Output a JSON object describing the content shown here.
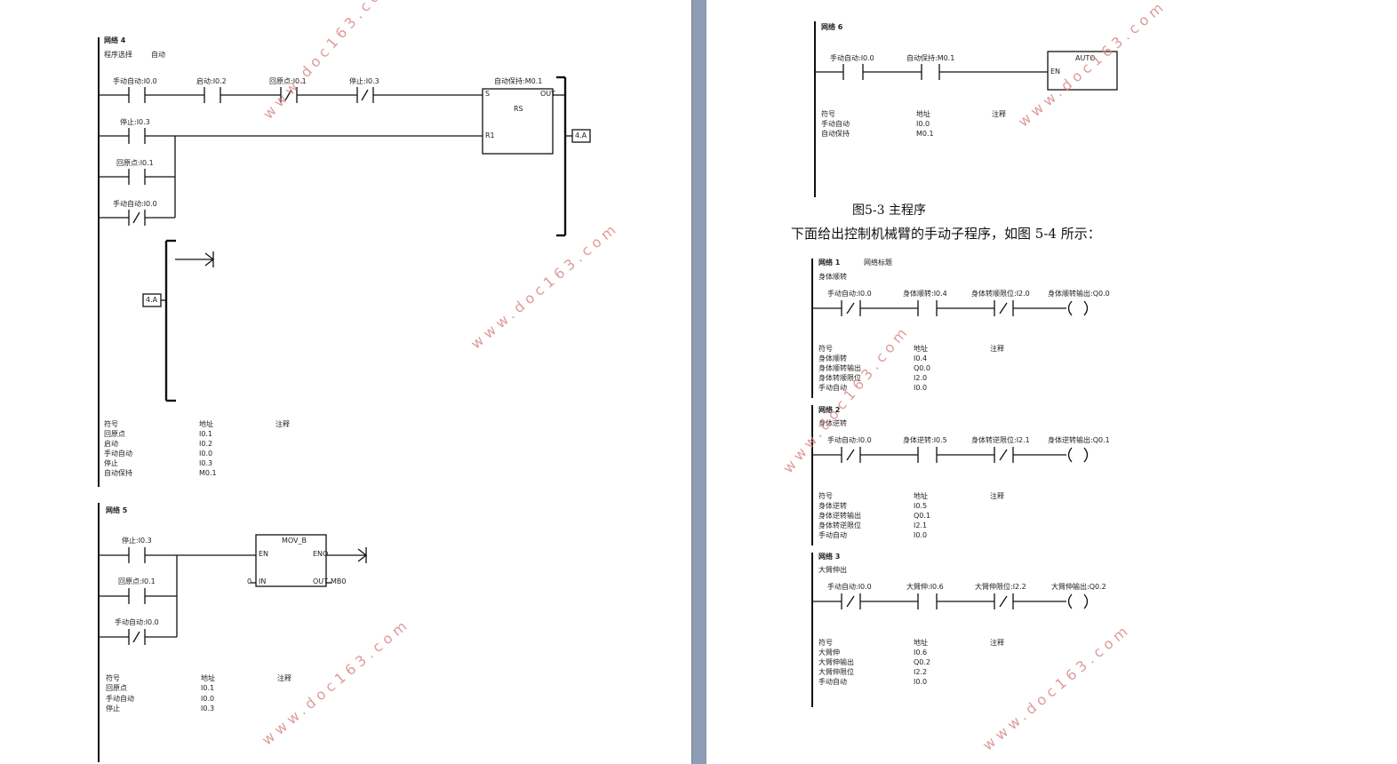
{
  "watermark": "www.doc163.com",
  "left_page": {
    "network4": {
      "title": "网络 4",
      "comment_label": "程序选择",
      "comment_value": "自动",
      "contacts": {
        "manual_auto": "手动自动:I0.0",
        "start": "启动:I0.2",
        "origin": "回原点:I0.1",
        "stop": "停止:I0.3",
        "auto_hold": "自动保持:M0.1",
        "stop_b": "停止:I0.3",
        "origin_b": "回原点:I0.1",
        "manual_auto_b": "手动自动:I0.0"
      },
      "rs_block": {
        "name": "RS",
        "s": "S",
        "r1": "R1",
        "out": "OUT"
      },
      "connector": "4.A",
      "symbols_header": [
        "符号",
        "地址",
        "注释"
      ],
      "symbols": [
        {
          "sym": "回原点",
          "addr": "I0.1"
        },
        {
          "sym": "启动",
          "addr": "I0.2"
        },
        {
          "sym": "手动自动",
          "addr": "I0.0"
        },
        {
          "sym": "停止",
          "addr": "I0.3"
        },
        {
          "sym": "自动保持",
          "addr": "M0.1"
        }
      ]
    },
    "network5": {
      "title": "网络 5",
      "contacts": {
        "stop": "停止:I0.3",
        "origin": "回原点:I0.1",
        "manual_auto": "手动自动:I0.0"
      },
      "mov_block": {
        "name": "MOV_B",
        "en": "EN",
        "eno": "ENO",
        "in": "IN",
        "out": "OUT",
        "in_val": "0",
        "out_val": "MB0"
      },
      "symbols_header": [
        "符号",
        "地址",
        "注释"
      ],
      "symbols": [
        {
          "sym": "回原点",
          "addr": "I0.1"
        },
        {
          "sym": "手动自动",
          "addr": "I0.0"
        },
        {
          "sym": "停止",
          "addr": "I0.3"
        }
      ]
    }
  },
  "right_page": {
    "network6": {
      "title": "网络 6",
      "contacts": {
        "manual_auto": "手动自动:I0.0",
        "auto_hold": "自动保持:M0.1"
      },
      "auto_block": {
        "name": "AUTO",
        "en": "EN"
      },
      "symbols_header": [
        "符号",
        "地址",
        "注释"
      ],
      "symbols": [
        {
          "sym": "手动自动",
          "addr": "I0.0"
        },
        {
          "sym": "自动保持",
          "addr": "M0.1"
        }
      ]
    },
    "figure_caption": "图5-3 主程序",
    "paragraph": "下面给出控制机械臂的手动子程序，如图 5-4 所示：",
    "sub_networks": [
      {
        "title": "网络 1",
        "subtitle": "网络标题",
        "comment": "身体顺转",
        "contacts": [
          "手动自动:I0.0",
          "身体顺转:I0.4",
          "身体转顺限位:I2.0",
          "身体顺转输出:Q0.0"
        ],
        "symbols_header": [
          "符号",
          "地址",
          "注释"
        ],
        "symbols": [
          {
            "sym": "身体顺转",
            "addr": "I0.4"
          },
          {
            "sym": "身体顺转输出",
            "addr": "Q0.0"
          },
          {
            "sym": "身体转顺限位",
            "addr": "I2.0"
          },
          {
            "sym": "手动自动",
            "addr": "I0.0"
          }
        ]
      },
      {
        "title": "网络 2",
        "subtitle": "",
        "comment": "身体逆转",
        "contacts": [
          "手动自动:I0.0",
          "身体逆转:I0.5",
          "身体转逆限位:I2.1",
          "身体逆转输出:Q0.1"
        ],
        "symbols_header": [
          "符号",
          "地址",
          "注释"
        ],
        "symbols": [
          {
            "sym": "身体逆转",
            "addr": "I0.5"
          },
          {
            "sym": "身体逆转输出",
            "addr": "Q0.1"
          },
          {
            "sym": "身体转逆限位",
            "addr": "I2.1"
          },
          {
            "sym": "手动自动",
            "addr": "I0.0"
          }
        ]
      },
      {
        "title": "网络 3",
        "subtitle": "",
        "comment": "大臂伸出",
        "contacts": [
          "手动自动:I0.0",
          "大臂伸:I0.6",
          "大臂伸限位:I2.2",
          "大臂伸输出:Q0.2"
        ],
        "symbols_header": [
          "符号",
          "地址",
          "注释"
        ],
        "symbols": [
          {
            "sym": "大臂伸",
            "addr": "I0.6"
          },
          {
            "sym": "大臂伸输出",
            "addr": "Q0.2"
          },
          {
            "sym": "大臂伸限位",
            "addr": "I2.2"
          },
          {
            "sym": "手动自动",
            "addr": "I0.0"
          }
        ]
      }
    ]
  }
}
